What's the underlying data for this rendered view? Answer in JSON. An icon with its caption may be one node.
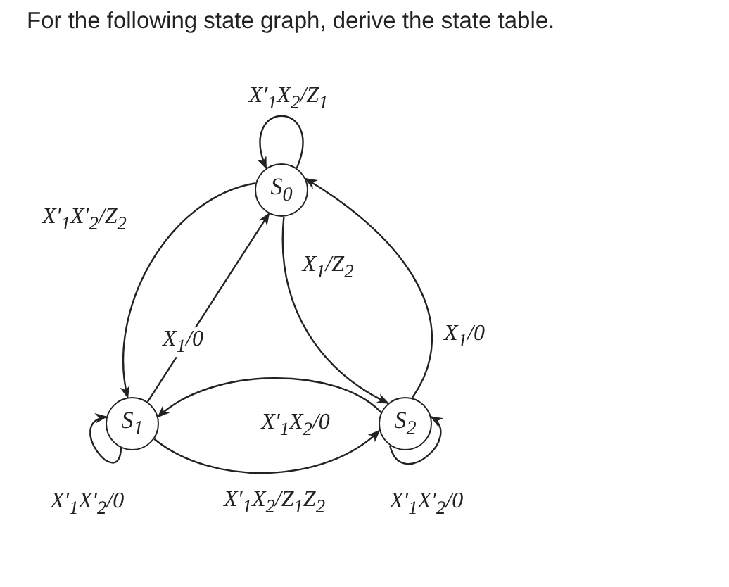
{
  "diagram": {
    "title": "For the following state graph, derive the state table.",
    "nodes": [
      {
        "text": [
          "S$_{0}$"
        ]
      },
      {
        "text": [
          "S$_{1}$"
        ]
      },
      {
        "text": [
          "S$_{2}$"
        ]
      }
    ],
    "edges": [
      {
        "from": 0,
        "to": 0,
        "arrow": "to",
        "label": "X′$_{1}$X$_{2}$/Z$_{1}$"
      },
      {
        "from": 0,
        "to": 1,
        "arrow": "to",
        "label": "X′$_{1}$X′$_{2}$/Z$_{2}$"
      },
      {
        "from": 1,
        "to": 0,
        "arrow": "to",
        "label": "X$_{1}$/0"
      },
      {
        "from": 0,
        "to": 2,
        "arrow": "to",
        "label": "X$_{1}$/Z$_{2}$"
      },
      {
        "from": 2,
        "to": 0,
        "arrow": "to",
        "label": "X$_{1}$/0"
      },
      {
        "from": 2,
        "to": 1,
        "arrow": "to",
        "label": "X′$_{1}$X$_{2}$/0"
      },
      {
        "from": 1,
        "to": 2,
        "arrow": "to",
        "label": "X′$_{1}$X$_{2}$/Z$_{1}$Z$_{2}$"
      },
      {
        "from": 1,
        "to": 1,
        "arrow": "to",
        "label": "X′$_{1}$X′$_{2}$/0"
      },
      {
        "from": 2,
        "to": 2,
        "arrow": "to",
        "label": "X′$_{1}$X′$_{2}$/0"
      }
    ]
  }
}
